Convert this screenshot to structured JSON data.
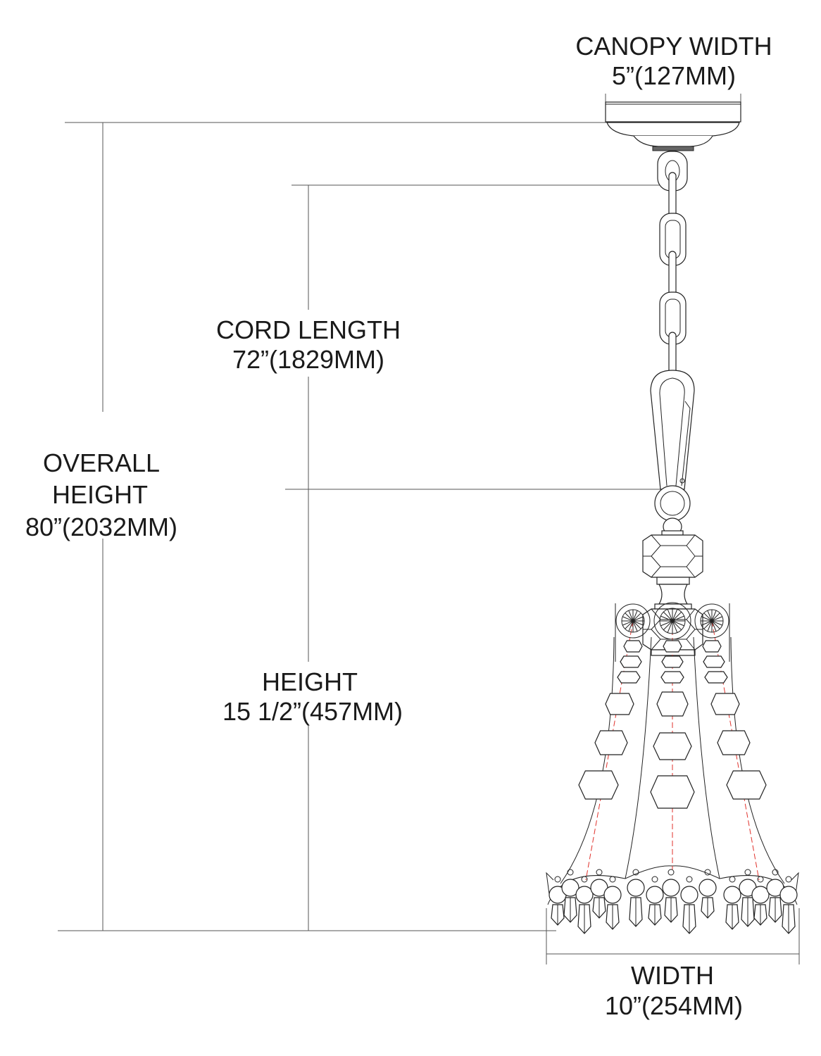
{
  "dimensions": {
    "canopy_width": {
      "label": "CANOPY WIDTH",
      "value": "5”(127MM)"
    },
    "cord_length": {
      "label": "CORD LENGTH",
      "value": "72”(1829MM)"
    },
    "overall_height": {
      "label_line1": "OVERALL",
      "label_line2": "HEIGHT",
      "value": "80”(2032MM)"
    },
    "height": {
      "label": "HEIGHT",
      "value": "15 1/2”(457MM)"
    },
    "width": {
      "label": "WIDTH",
      "value": "10”(254MM)"
    }
  },
  "colors": {
    "line": "#222222",
    "accent": "#e0312b"
  }
}
